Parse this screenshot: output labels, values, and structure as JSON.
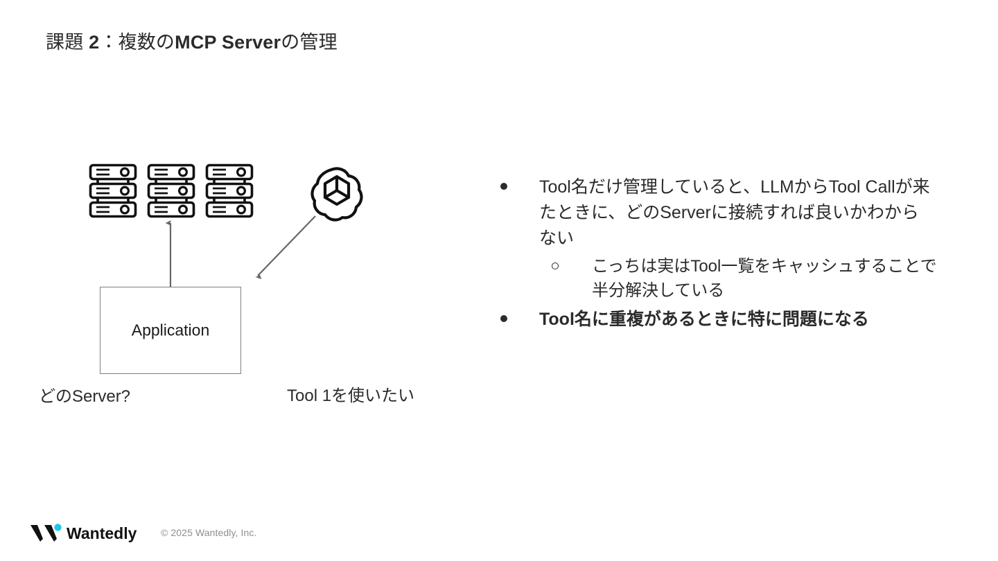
{
  "slide": {
    "title_prefix": "課題 ",
    "title_number": "2",
    "title_suffix": "：複数の",
    "title_bold_mid": "MCP Server",
    "title_tail": "の管理"
  },
  "diagram": {
    "servers": [
      {
        "name": "server-icon-1"
      },
      {
        "name": "server-icon-2"
      },
      {
        "name": "server-icon-3"
      }
    ],
    "openai_logo_alt": "OpenAI",
    "label_which_server": "どのServer?",
    "label_tool_request": "Tool 1を使いたい",
    "app_box_label": "Application",
    "arrow_up_label": "どのServer?",
    "arrow_diagonal_label": "Tool 1を使いたい"
  },
  "bullets": [
    {
      "level": 1,
      "marker": "filled",
      "bold": false,
      "text": "Tool名だけ管理していると、LLMからTool Callが来たときに、どのServerに接続すれば良いかわからない"
    },
    {
      "level": 2,
      "marker": "hollow",
      "bold": false,
      "text": "こっちは実はTool一覧をキャッシュすることで半分解決している"
    },
    {
      "level": 1,
      "marker": "filled",
      "bold": true,
      "text": "Tool名に重複があるときに特に問題になる"
    }
  ],
  "footer": {
    "brand": "Wantedly",
    "copyright": "© 2025 Wantedly, Inc."
  },
  "colors": {
    "text": "#2b2b2b",
    "muted": "#8a8f94",
    "accent_cyan": "#21C6E8",
    "box_border": "#7f7f7f",
    "arrow": "#666666",
    "background": "#ffffff"
  }
}
